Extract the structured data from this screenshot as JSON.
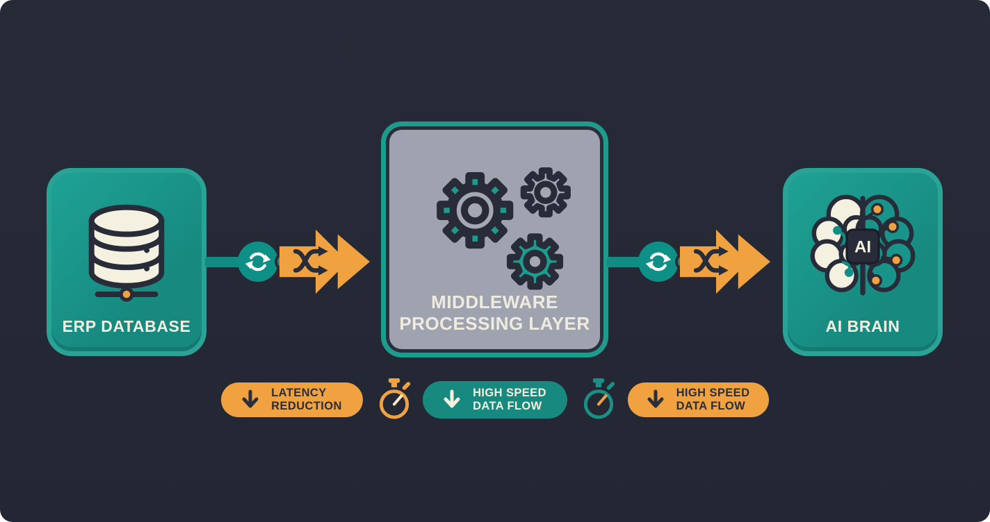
{
  "palette": {
    "background": "#252935",
    "teal_box": "#17897f",
    "teal_border": "#2aa396",
    "teal_badge": "#18897e",
    "sync_circle_teal": "#0f9086",
    "orange": "#f0a240",
    "cream": "#f5f1e0",
    "dark_outline": "#282c39",
    "gray_box": "#9ea3af"
  },
  "nodes": {
    "erp": {
      "label": "ERP DATABASE"
    },
    "middleware": {
      "label_line1": "MIDDLEWARE",
      "label_line2": "PROCESSING LAYER"
    },
    "ai": {
      "label": "AI BRAIN",
      "chip": "AI"
    }
  },
  "badges": {
    "latency": {
      "line1": "LATENCY",
      "line2": "REDUCTION"
    },
    "flow1": {
      "line1": "HIGH SPEED",
      "line2": "DATA FLOW"
    },
    "flow2": {
      "line1": "HIGH SPEED",
      "line2": "DATA FLOW"
    }
  }
}
